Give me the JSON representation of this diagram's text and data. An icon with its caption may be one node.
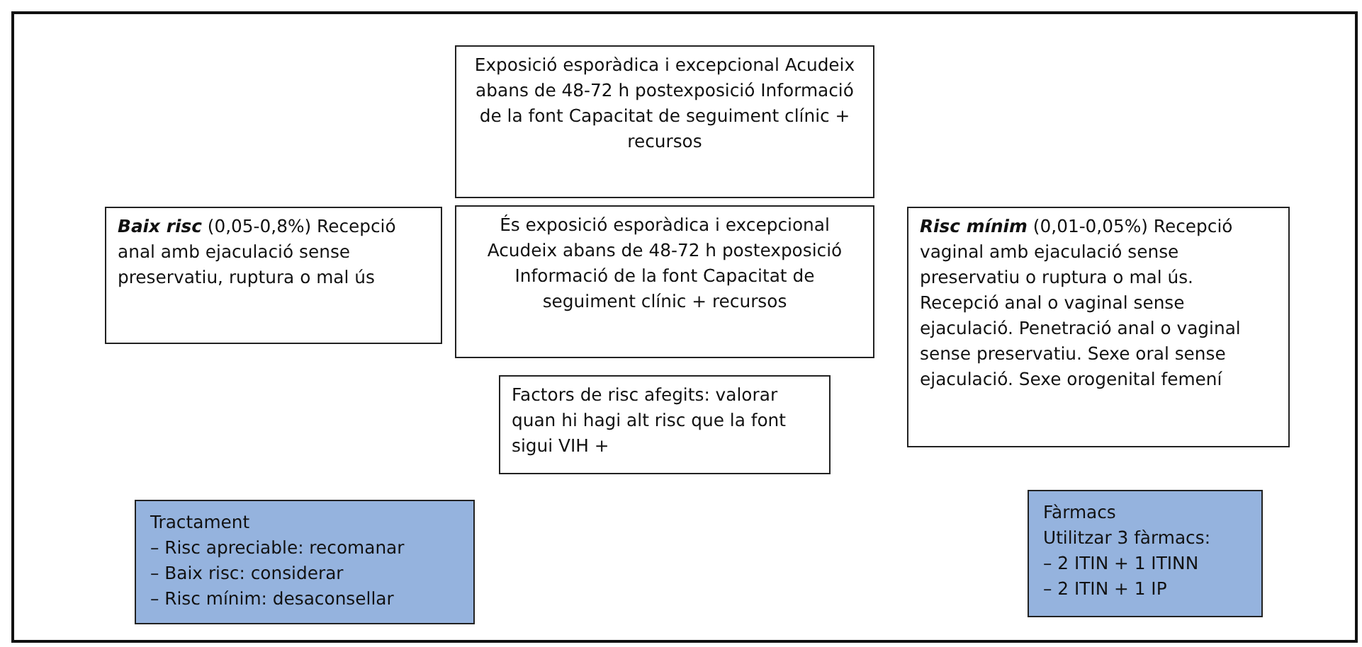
{
  "diagram": {
    "nodes": [
      {
        "text": [
          "Exposició esporàdica i excepcional Acudeix abans de 48-72 h postexposició Informació de la font Capacitat de seguiment clínic + recursos"
        ]
      },
      {
        "text": [
          "**Baix risc** (0,05-0,8%) Recepció anal amb ejaculació sense preservatiu, ruptura o mal ús"
        ]
      },
      {
        "text": [
          "És exposició esporàdica i excepcional Acudeix abans de 48-72 h postexposició Informació de la font Capacitat de seguiment clínic + recursos"
        ]
      },
      {
        "text": [
          "**Risc mínim** (0,01-0,05%) Recepció vaginal amb ejaculació sense preservatiu o ruptura o mal ús. Recepció anal o vaginal sense ejaculació. Penetració anal o vaginal sense preservatiu. Sexe oral sense ejaculació. Sexe orogenital femení"
        ]
      },
      {
        "text": [
          "Factors de risc afegits: valorar quan hi hagi alt risc que la font sigui VIH +"
        ]
      },
      {
        "text": [
          "Tractament",
          "– Risc apreciable: recomanar",
          "– Baix risc: considerar",
          "– Risc mínim: desaconsellar"
        ]
      },
      {
        "text": [
          "Fàrmacs",
          "Utilitzar 3 fàrmacs:",
          "– 2 ITIN + 1 ITINN",
          "– 2 ITIN + 1 IP"
        ]
      }
    ]
  }
}
